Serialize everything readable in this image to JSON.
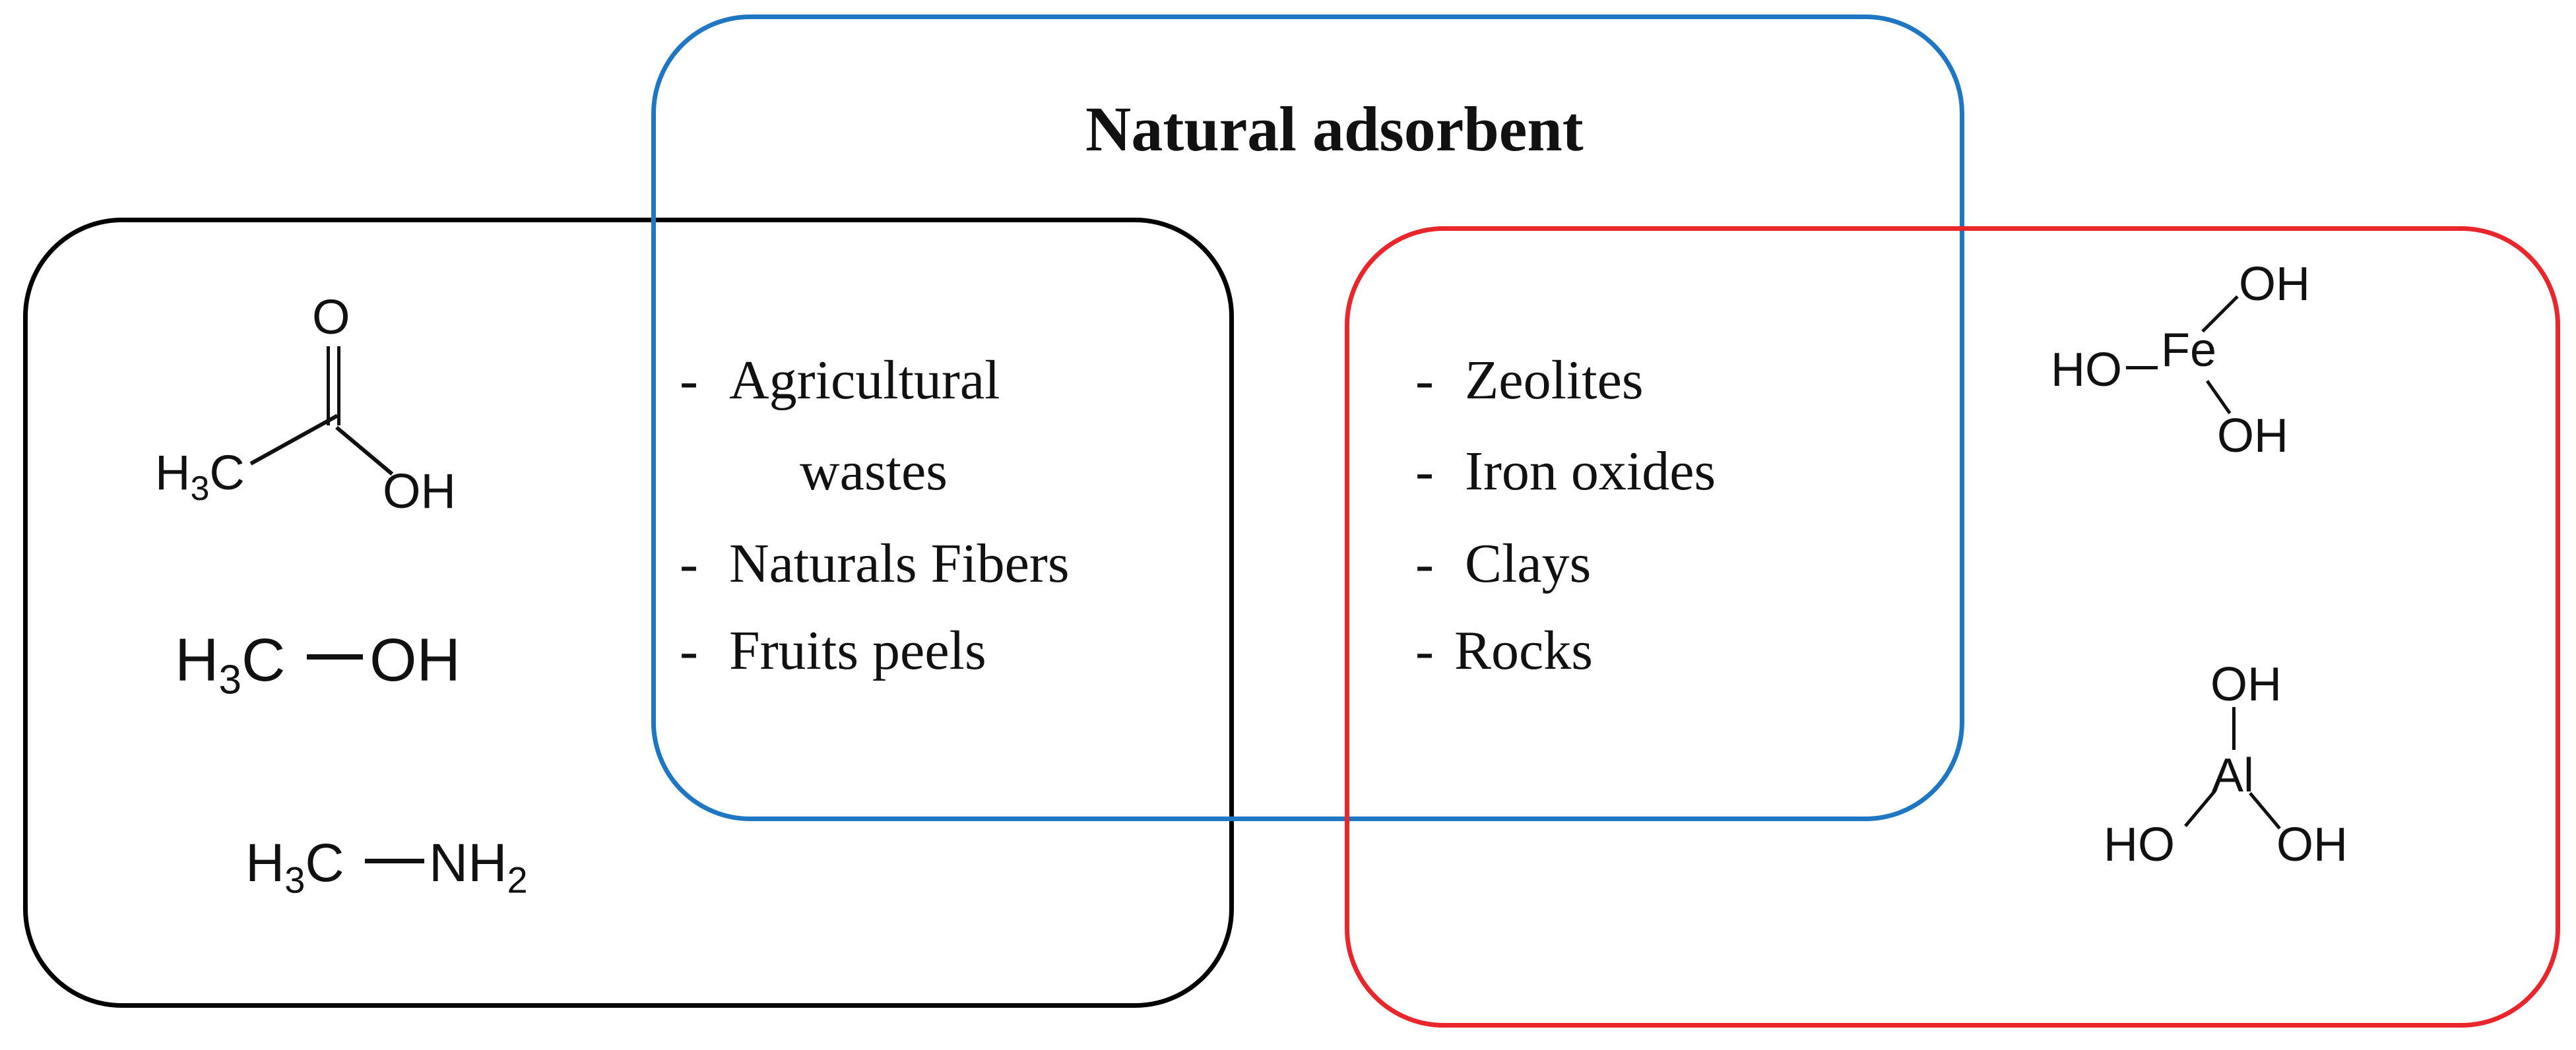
{
  "diagram": {
    "title": "Natural adsorbent",
    "colors": {
      "organic_box": "#000000",
      "adsorbent_box": "#1f77c4",
      "inorganic_box": "#e8262b"
    },
    "organic_examples": {
      "acetic_acid": {
        "carbonyl_o": "O",
        "methyl": "H3C",
        "hydroxyl": "OH"
      },
      "methanol": {
        "methyl": "H3C",
        "hydroxyl": "OH"
      },
      "methylamine": {
        "methyl": "H3C",
        "amine": "NH2"
      }
    },
    "organic_adsorbents": {
      "dash": "-",
      "items": [
        "Agricultural",
        "wastes",
        "Naturals Fibers",
        "Fruits peels"
      ]
    },
    "inorganic_adsorbents": {
      "dash": "-",
      "items": [
        "Zeolites",
        "Iron oxides",
        "Clays",
        "Rocks"
      ]
    },
    "inorganic_examples": {
      "iron_hydroxide": {
        "center": "Fe",
        "oh_top": "OH",
        "oh_left": "HO",
        "oh_bottom": "OH"
      },
      "aluminium_hydroxide": {
        "center": "Al",
        "oh_top": "OH",
        "oh_left": "HO",
        "oh_right": "OH"
      }
    }
  }
}
